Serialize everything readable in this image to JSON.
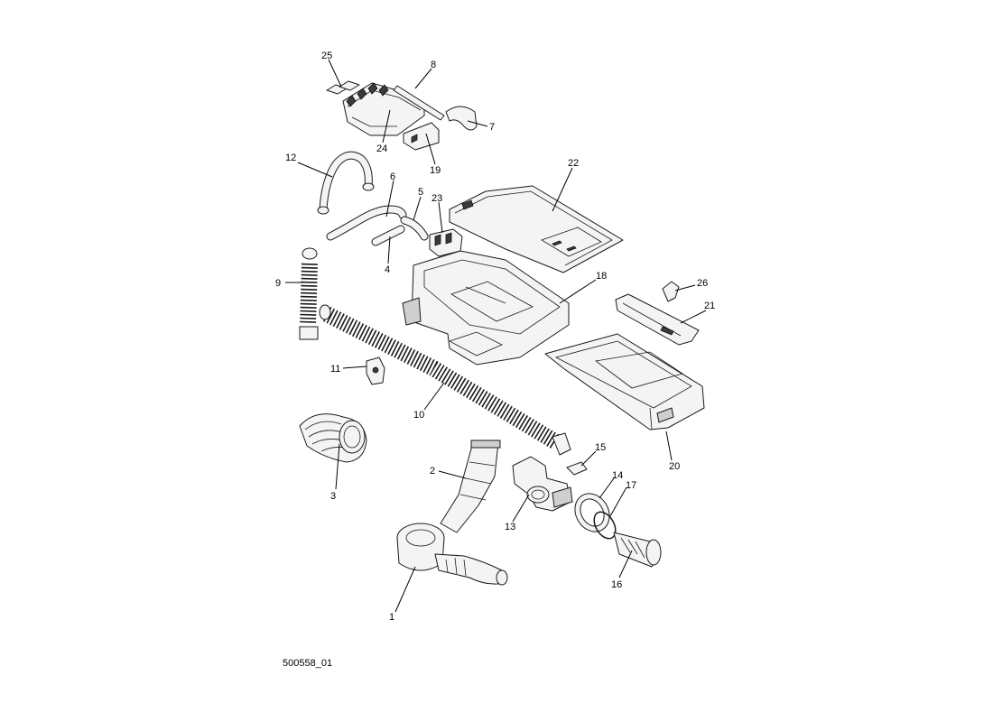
{
  "drawing": {
    "code": "500558_01",
    "callouts": [
      "1",
      "2",
      "3",
      "4",
      "5",
      "6",
      "7",
      "8",
      "9",
      "10",
      "11",
      "12",
      "13",
      "14",
      "15",
      "16",
      "17",
      "18",
      "19",
      "20",
      "21",
      "22",
      "23",
      "24",
      "25",
      "26"
    ]
  }
}
